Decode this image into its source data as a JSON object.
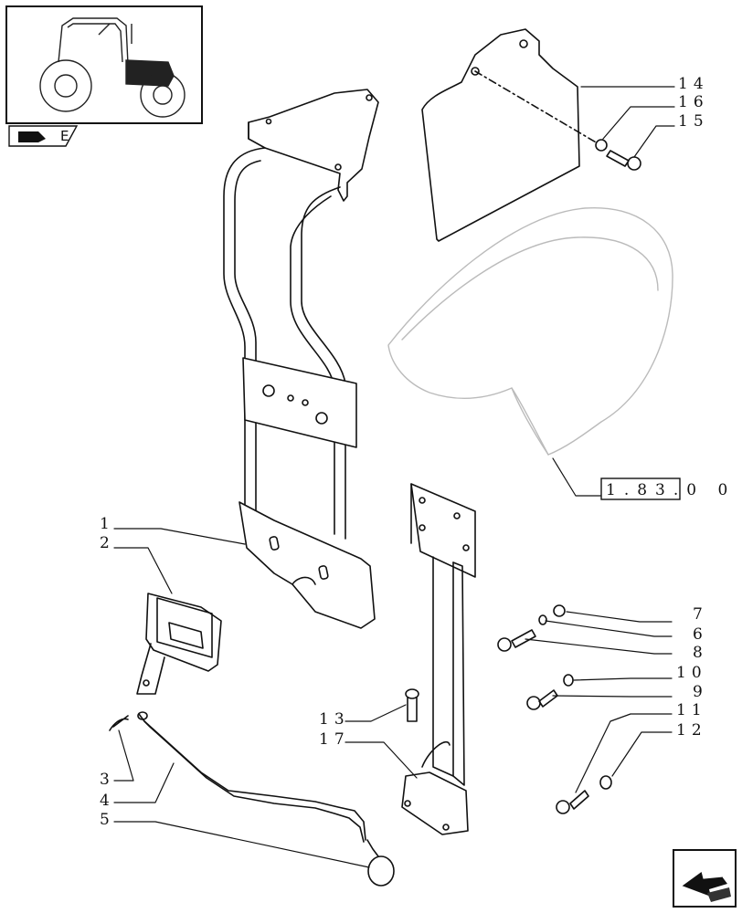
{
  "thumbnail": {
    "tag_label": "E",
    "icon": "tractor-thumbnail-icon"
  },
  "reference": {
    "text": "1.83.0 0"
  },
  "callouts": [
    {
      "id": "c1",
      "text": "1"
    },
    {
      "id": "c2",
      "text": "2"
    },
    {
      "id": "c3",
      "text": "3"
    },
    {
      "id": "c4",
      "text": "4"
    },
    {
      "id": "c5",
      "text": "5"
    },
    {
      "id": "c6",
      "text": "6"
    },
    {
      "id": "c7",
      "text": "7"
    },
    {
      "id": "c8",
      "text": "8"
    },
    {
      "id": "c9",
      "text": "9"
    },
    {
      "id": "c10",
      "text": "10"
    },
    {
      "id": "c11",
      "text": "11"
    },
    {
      "id": "c12",
      "text": "12"
    },
    {
      "id": "c13",
      "text": "13"
    },
    {
      "id": "c14",
      "text": "14"
    },
    {
      "id": "c15",
      "text": "15"
    },
    {
      "id": "c16",
      "text": "16"
    },
    {
      "id": "c17",
      "text": "17"
    }
  ],
  "navigation": {
    "icon": "next-page-arrow-icon"
  }
}
